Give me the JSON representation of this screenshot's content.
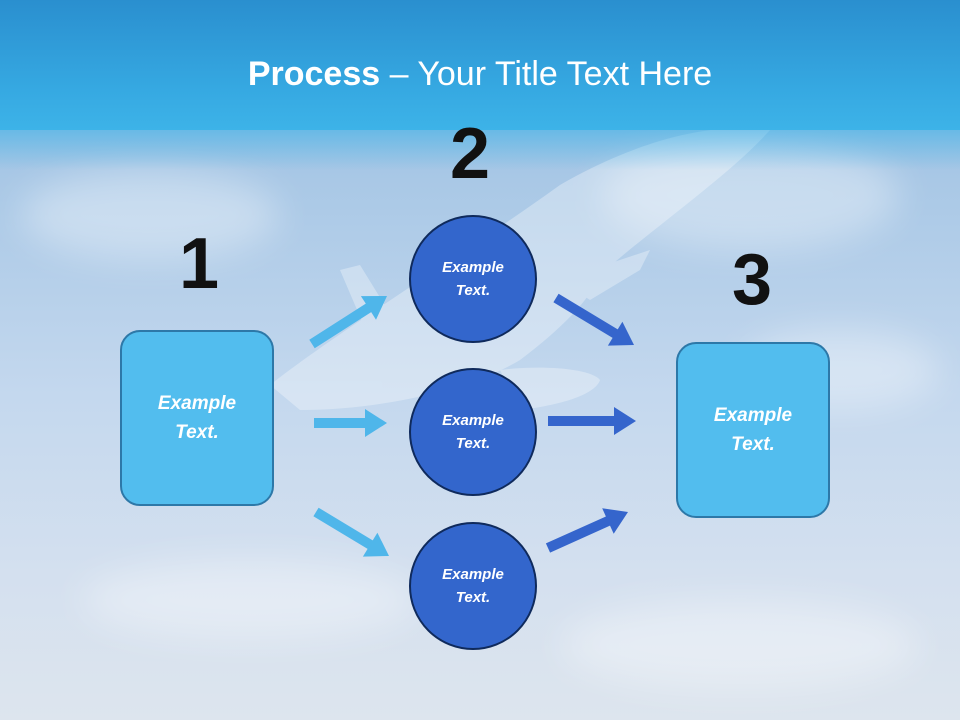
{
  "title": {
    "bold": "Process",
    "rest": " – Your Title Text Here"
  },
  "steps": {
    "one": "1",
    "two": "2",
    "three": "3"
  },
  "start_box": {
    "text": "Example\nText."
  },
  "circles": [
    {
      "text": "Example\nText."
    },
    {
      "text": "Example\nText."
    },
    {
      "text": "Example\nText."
    }
  ],
  "end_box": {
    "text": "Example\nText."
  },
  "colors": {
    "title_band": "#36a9e2",
    "box_fill": "#52bdee",
    "circle_fill": "#3366cc",
    "arrow_light": "#4fb6ea",
    "arrow_dark": "#3565cc"
  }
}
